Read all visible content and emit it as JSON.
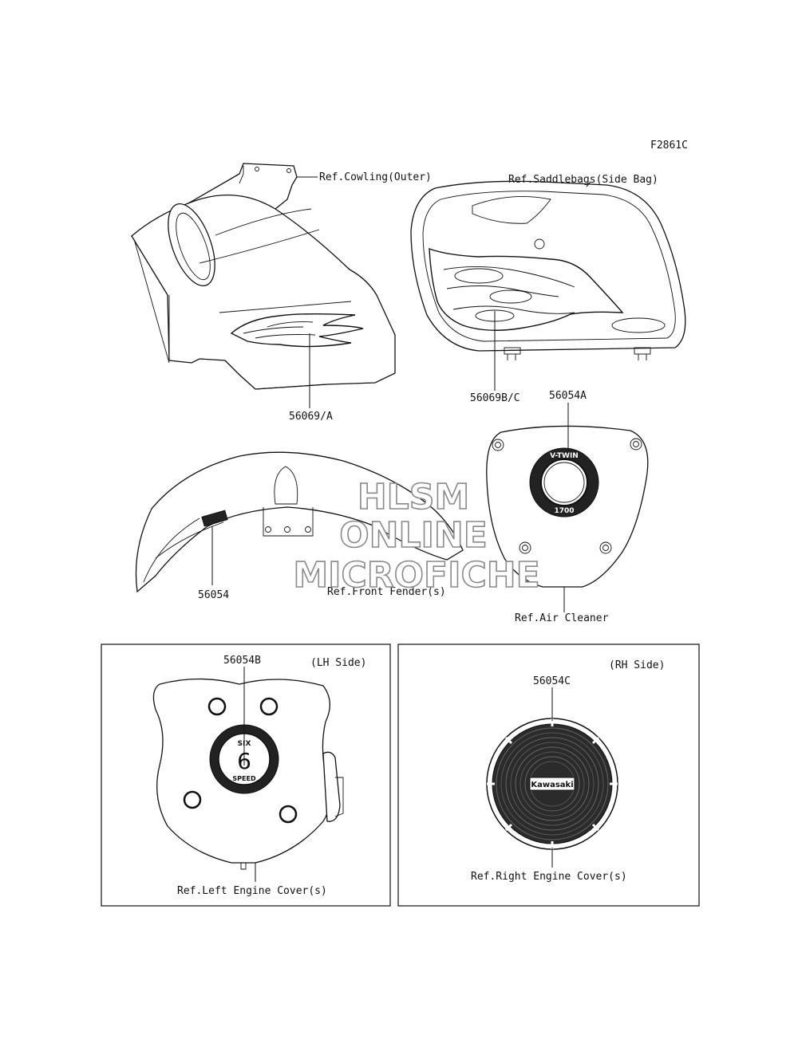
{
  "figure_code": "F2861C",
  "labels": {
    "cowling": "Ref.Cowling(Outer)",
    "part_56069a": "56069/A",
    "saddlebags": "Ref.Saddlebags(Side Bag)",
    "part_56069bc": "56069B/C",
    "part_56054a": "56054A",
    "part_56054": "56054",
    "front_fender": "Ref.Front Fender(s)",
    "air_cleaner": "Ref.Air Cleaner",
    "part_56054b": "56054B",
    "lh_side": "(LH Side)",
    "left_engine_cover": "Ref.Left Engine Cover(s)",
    "rh_side": "(RH Side)",
    "part_56054c": "56054C",
    "right_engine_cover": "Ref.Right Engine Cover(s)"
  },
  "emblems": {
    "vtwin_top": "V-TWIN",
    "vtwin_bottom": "1700",
    "six_top": "SIX",
    "six_number": "6",
    "six_bottom": "SPEED",
    "kawasaki": "Kawasaki"
  },
  "watermark": {
    "line1": "HLSM",
    "line2": "ONLINE",
    "line3": "MICROFICHE"
  }
}
